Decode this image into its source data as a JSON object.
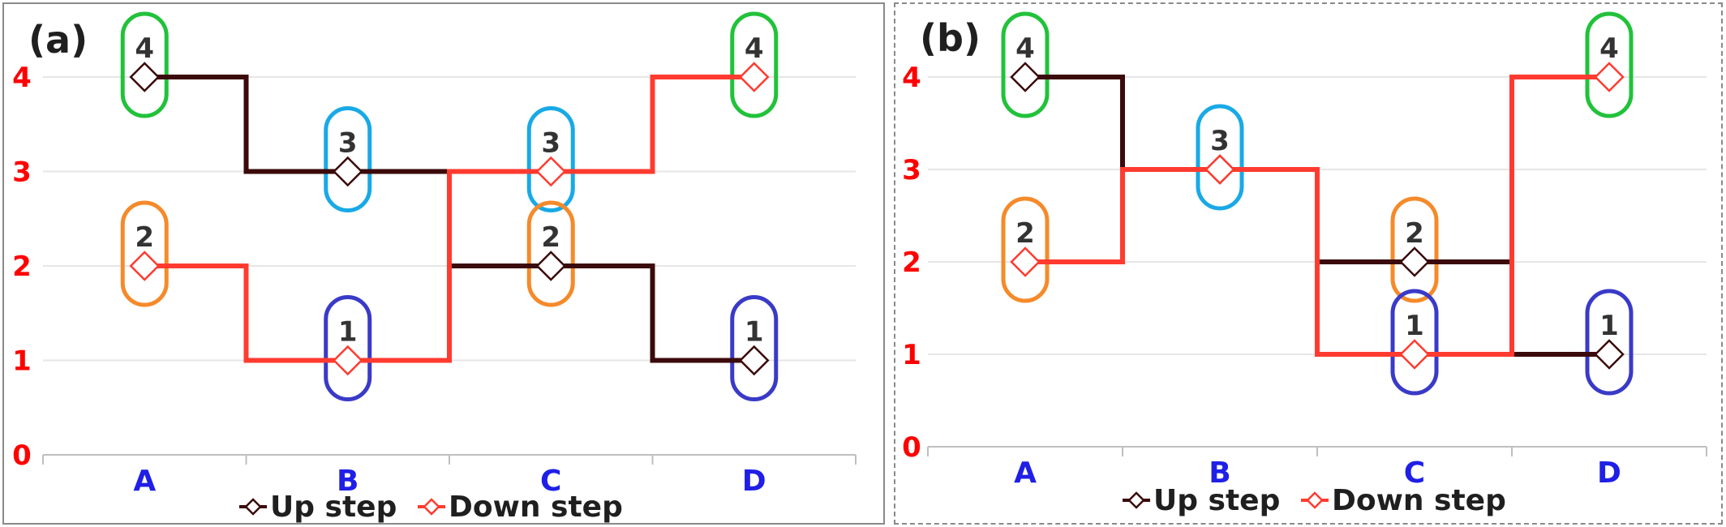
{
  "colors": {
    "up_step": "#3b0a0a",
    "down_step": "#ff3b30",
    "y_tick": "#ff0000",
    "x_tick": "#1f1fe6",
    "rank_1": "#3a3ac8",
    "rank_2": "#f58a2a",
    "rank_3": "#19a9e6",
    "rank_4": "#21c23a",
    "grid": "#e6e6e6",
    "axis": "#bfbfbf"
  },
  "chart_data": [
    {
      "panel_label": "(a)",
      "type": "line",
      "step": "mid",
      "categories": [
        "A",
        "B",
        "C",
        "D"
      ],
      "y_ticks": [
        "0",
        "1",
        "2",
        "3",
        "4"
      ],
      "ylim": [
        0,
        4
      ],
      "grid": true,
      "legend_position": "bottom",
      "series": [
        {
          "name": "Up step",
          "marker": "diamond",
          "values": [
            4,
            3,
            2,
            1
          ]
        },
        {
          "name": "Down step",
          "marker": "diamond",
          "values": [
            2,
            1,
            3,
            4
          ]
        }
      ],
      "annotations": [
        {
          "category": "A",
          "value": 4,
          "label": "4"
        },
        {
          "category": "A",
          "value": 2,
          "label": "2"
        },
        {
          "category": "B",
          "value": 3,
          "label": "3"
        },
        {
          "category": "B",
          "value": 1,
          "label": "1"
        },
        {
          "category": "C",
          "value": 3,
          "label": "3"
        },
        {
          "category": "C",
          "value": 2,
          "label": "2"
        },
        {
          "category": "D",
          "value": 4,
          "label": "4"
        },
        {
          "category": "D",
          "value": 1,
          "label": "1"
        }
      ]
    },
    {
      "panel_label": "(b)",
      "type": "line",
      "step": "mid",
      "categories": [
        "A",
        "B",
        "C",
        "D"
      ],
      "y_ticks": [
        "0",
        "1",
        "2",
        "3",
        "4"
      ],
      "ylim": [
        0,
        4
      ],
      "grid": true,
      "legend_position": "bottom",
      "series": [
        {
          "name": "Up step",
          "marker": "diamond",
          "values": [
            4,
            3,
            2,
            1
          ]
        },
        {
          "name": "Down step",
          "marker": "diamond",
          "values": [
            2,
            3,
            1,
            4
          ]
        }
      ],
      "annotations": [
        {
          "category": "A",
          "value": 4,
          "label": "4"
        },
        {
          "category": "A",
          "value": 2,
          "label": "2"
        },
        {
          "category": "B",
          "value": 3,
          "label": "3"
        },
        {
          "category": "C",
          "value": 2,
          "label": "2"
        },
        {
          "category": "C",
          "value": 1,
          "label": "1"
        },
        {
          "category": "D",
          "value": 4,
          "label": "4"
        },
        {
          "category": "D",
          "value": 1,
          "label": "1"
        }
      ]
    }
  ]
}
